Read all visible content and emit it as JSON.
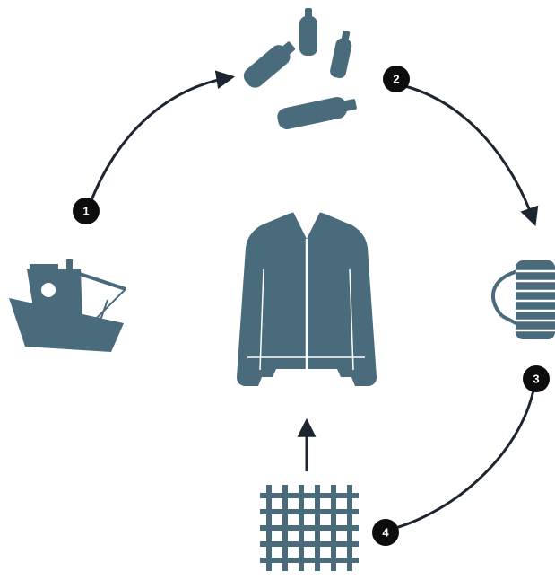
{
  "colors": {
    "icon": "#4a6b7b",
    "arrow": "#1d2630",
    "badge_fill": "#0d0d0d",
    "badge_text": "#ffffff",
    "background": "#ffffff"
  },
  "steps": [
    {
      "number": "1",
      "icon": "fishing-boat-icon"
    },
    {
      "number": "2",
      "icon": "plastic-bottles-icon"
    },
    {
      "number": "3",
      "icon": "yarn-spool-icon"
    },
    {
      "number": "4",
      "icon": "woven-fabric-icon"
    }
  ],
  "center_icon": "jacket-icon"
}
